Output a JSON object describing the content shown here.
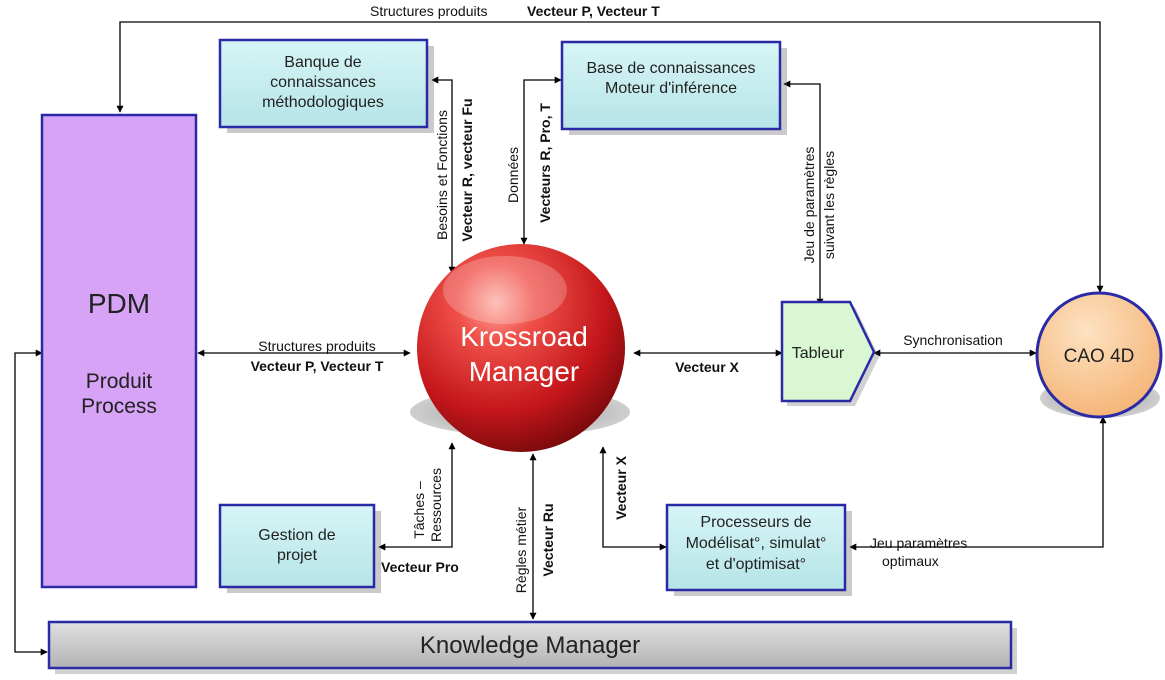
{
  "pdm": {
    "title": "PDM",
    "line1": "Produit",
    "line2": "Process"
  },
  "banque": {
    "line1": "Banque de",
    "line2": "connaissances",
    "line3": "méthodologiques"
  },
  "base": {
    "line1": "Base de connaissances",
    "line2": "Moteur d'inférence"
  },
  "krossroad": {
    "line1": "Krossroad",
    "line2": "Manager"
  },
  "tableur": {
    "label": "Tableur"
  },
  "cao": {
    "label": "CAO 4D"
  },
  "gestion": {
    "line1": "Gestion de",
    "line2": "projet"
  },
  "processeurs": {
    "line1": "Processeurs de",
    "line2": "Modélisat°, simulat°",
    "line3": "et d'optimisat°"
  },
  "knowledge": {
    "label": "Knowledge Manager"
  },
  "labels": {
    "top_structures": "Structures produits",
    "top_vecteurs": "Vecteur P, Vecteur T",
    "mid_structures": "Structures produits",
    "mid_vecteurs": "Vecteur P, Vecteur T",
    "besoins": "Besoins et Fonctions",
    "vecteur_r_fu": "Vecteur R, vecteur Fu",
    "donnees": "Données",
    "vecteurs_r_pro_t": "Vecteurs R, Pro, T",
    "jeu_param_1": "Jeu de paramètres",
    "jeu_param_2": "suivant les règles",
    "vecteur_x_h": "Vecteur X",
    "synchronisation": "Synchronisation",
    "taches_1": "Tâches –",
    "taches_2": "Ressources",
    "vecteur_pro": "Vecteur Pro",
    "regles": "Règles métier",
    "vecteur_ru": "Vecteur Ru",
    "vecteur_x_v": "Vecteur X",
    "jeu_opt_1": "Jeu paramètres",
    "jeu_opt_2": "optimaux"
  },
  "colors": {
    "pdm_fill": "#d6a3f7",
    "box_fill": "#c6eef0",
    "tableur_fill": "#d8f7d2",
    "cao_fill": "#f8c690",
    "knowledge_fill": "#c4c4c4",
    "border": "#2a2aa6",
    "sphere_red": "#d91f24"
  }
}
